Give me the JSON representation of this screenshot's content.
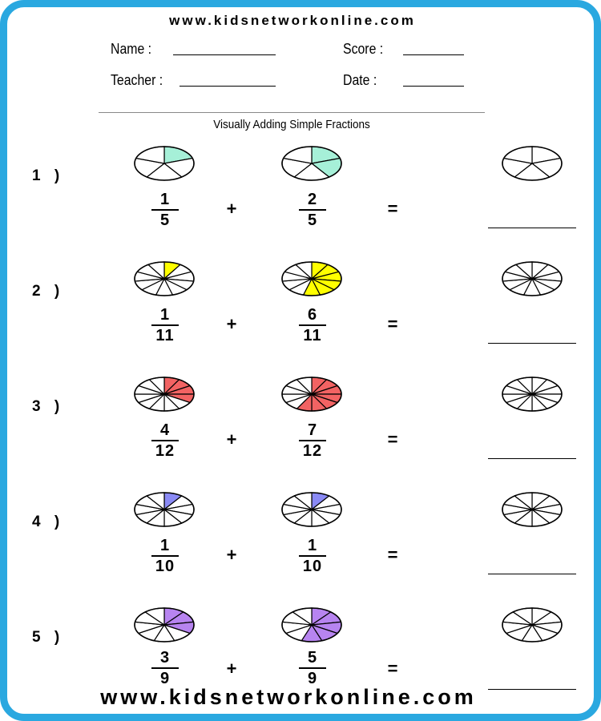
{
  "site_top": "www.kidsnetworkonline.com",
  "site_bottom": "www.kidsnetworkonline.com",
  "header": {
    "name_label": "Name :",
    "score_label": "Score :",
    "teacher_label": "Teacher :",
    "date_label": "Date :"
  },
  "title": "Visually Adding Simple Fractions",
  "operators": {
    "plus": "+",
    "equals": "="
  },
  "problems": [
    {
      "number": "1 )",
      "a": {
        "num": "1",
        "den": "5"
      },
      "b": {
        "num": "2",
        "den": "5"
      },
      "color": "#a6f0d8"
    },
    {
      "number": "2 )",
      "a": {
        "num": "1",
        "den": "11"
      },
      "b": {
        "num": "6",
        "den": "11"
      },
      "color": "#ffff00"
    },
    {
      "number": "3 )",
      "a": {
        "num": "4",
        "den": "12"
      },
      "b": {
        "num": "7",
        "den": "12"
      },
      "color": "#f26363"
    },
    {
      "number": "4 )",
      "a": {
        "num": "1",
        "den": "10"
      },
      "b": {
        "num": "1",
        "den": "10"
      },
      "color": "#8a8af5"
    },
    {
      "number": "5 )",
      "a": {
        "num": "3",
        "den": "9"
      },
      "b": {
        "num": "5",
        "den": "9"
      },
      "color": "#b784f0"
    }
  ]
}
